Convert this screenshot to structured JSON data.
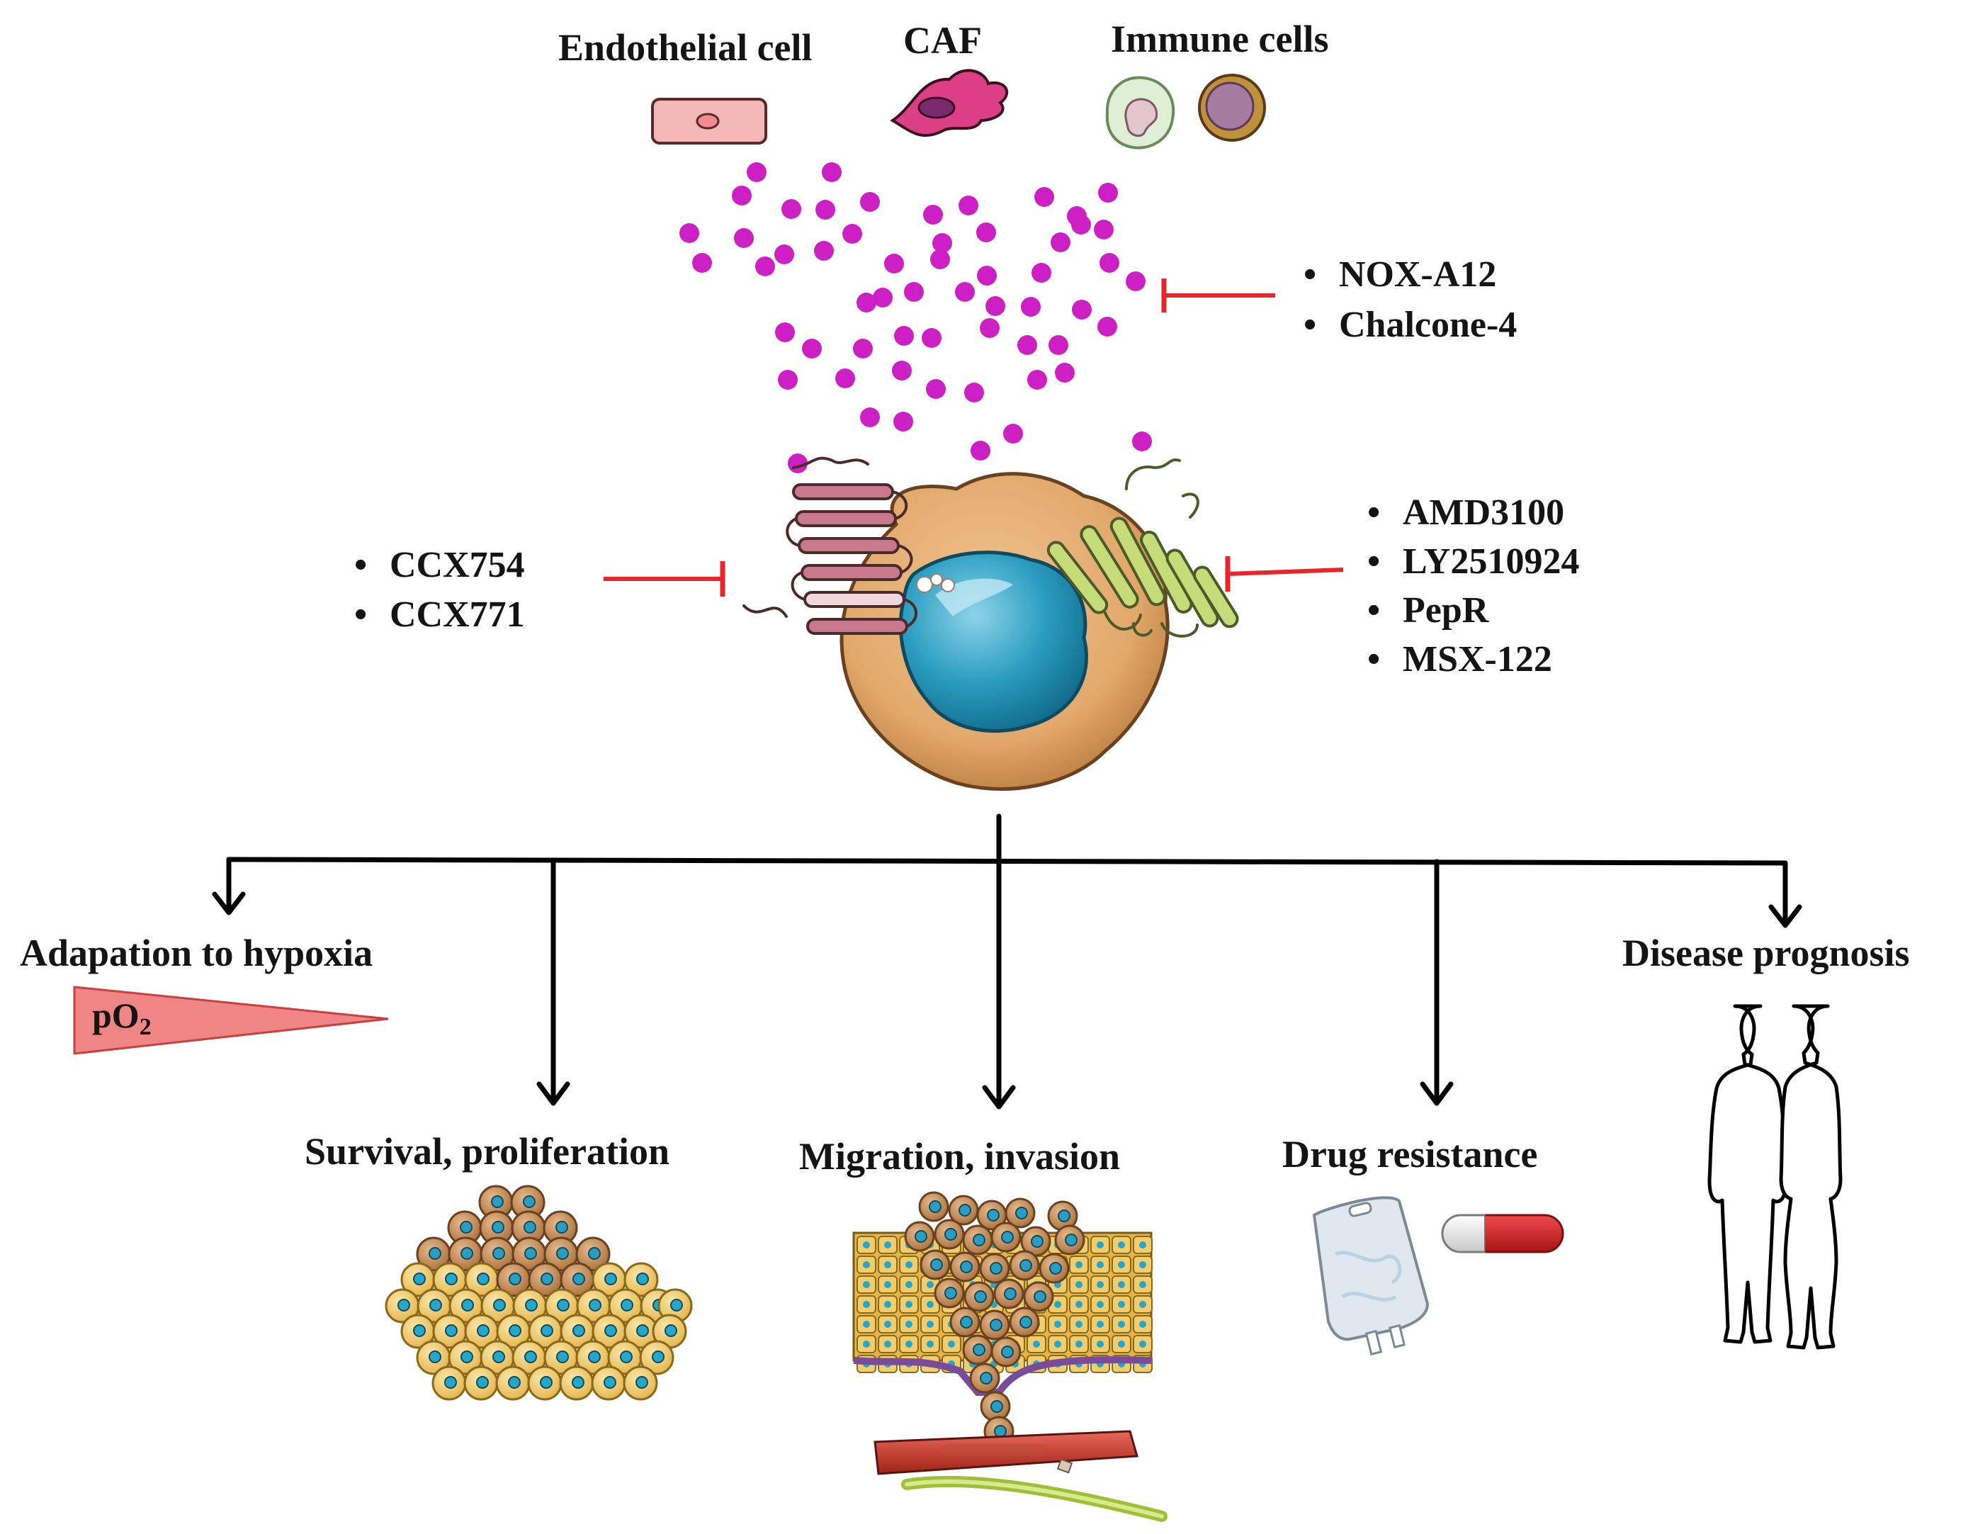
{
  "source_cells": {
    "endothelial": "Endothelial cell",
    "caf": "CAF",
    "immune": "Immune cells"
  },
  "inhibitors": {
    "ligand": [
      "NOX-A12",
      "Chalcone-4"
    ],
    "receptor_left": [
      "CCX754",
      "CCX771"
    ],
    "receptor_right": [
      "AMD3100",
      "LY2510924",
      "PepR",
      "MSX-122"
    ],
    "bullet": "•"
  },
  "outcomes": {
    "hypoxia": "Adapation to hypoxia",
    "survival": "Survival, proliferation",
    "migration": "Migration, invasion",
    "drug_resistance": "Drug resistance",
    "prognosis": "Disease prognosis"
  },
  "po2_label": {
    "main": "pO",
    "subscript": "2"
  },
  "colors": {
    "ligand": "#cc1fc4",
    "inhibitor": "#e8262a",
    "arrow": "#000000",
    "cell_body": "#e1a86a",
    "nucleus": "#1f8fb0",
    "receptor_left": "#c87a8c",
    "receptor_right": "#c6dc78",
    "po2_wedge": "#f07a7a",
    "endothelial": "#f4b7b7",
    "vessel": "#d9473a"
  },
  "icons": [
    "endothelial-cell-icon",
    "caf-icon",
    "immune-cell-icon",
    "tumor-cell-icon",
    "receptor-icon",
    "ligand-dot-icon",
    "inhibition-bar-icon",
    "arrow-icon",
    "po2-gradient-icon",
    "cell-cluster-icon",
    "tissue-invasion-icon",
    "iv-bag-icon",
    "pill-capsule-icon",
    "human-silhouette-icon"
  ]
}
